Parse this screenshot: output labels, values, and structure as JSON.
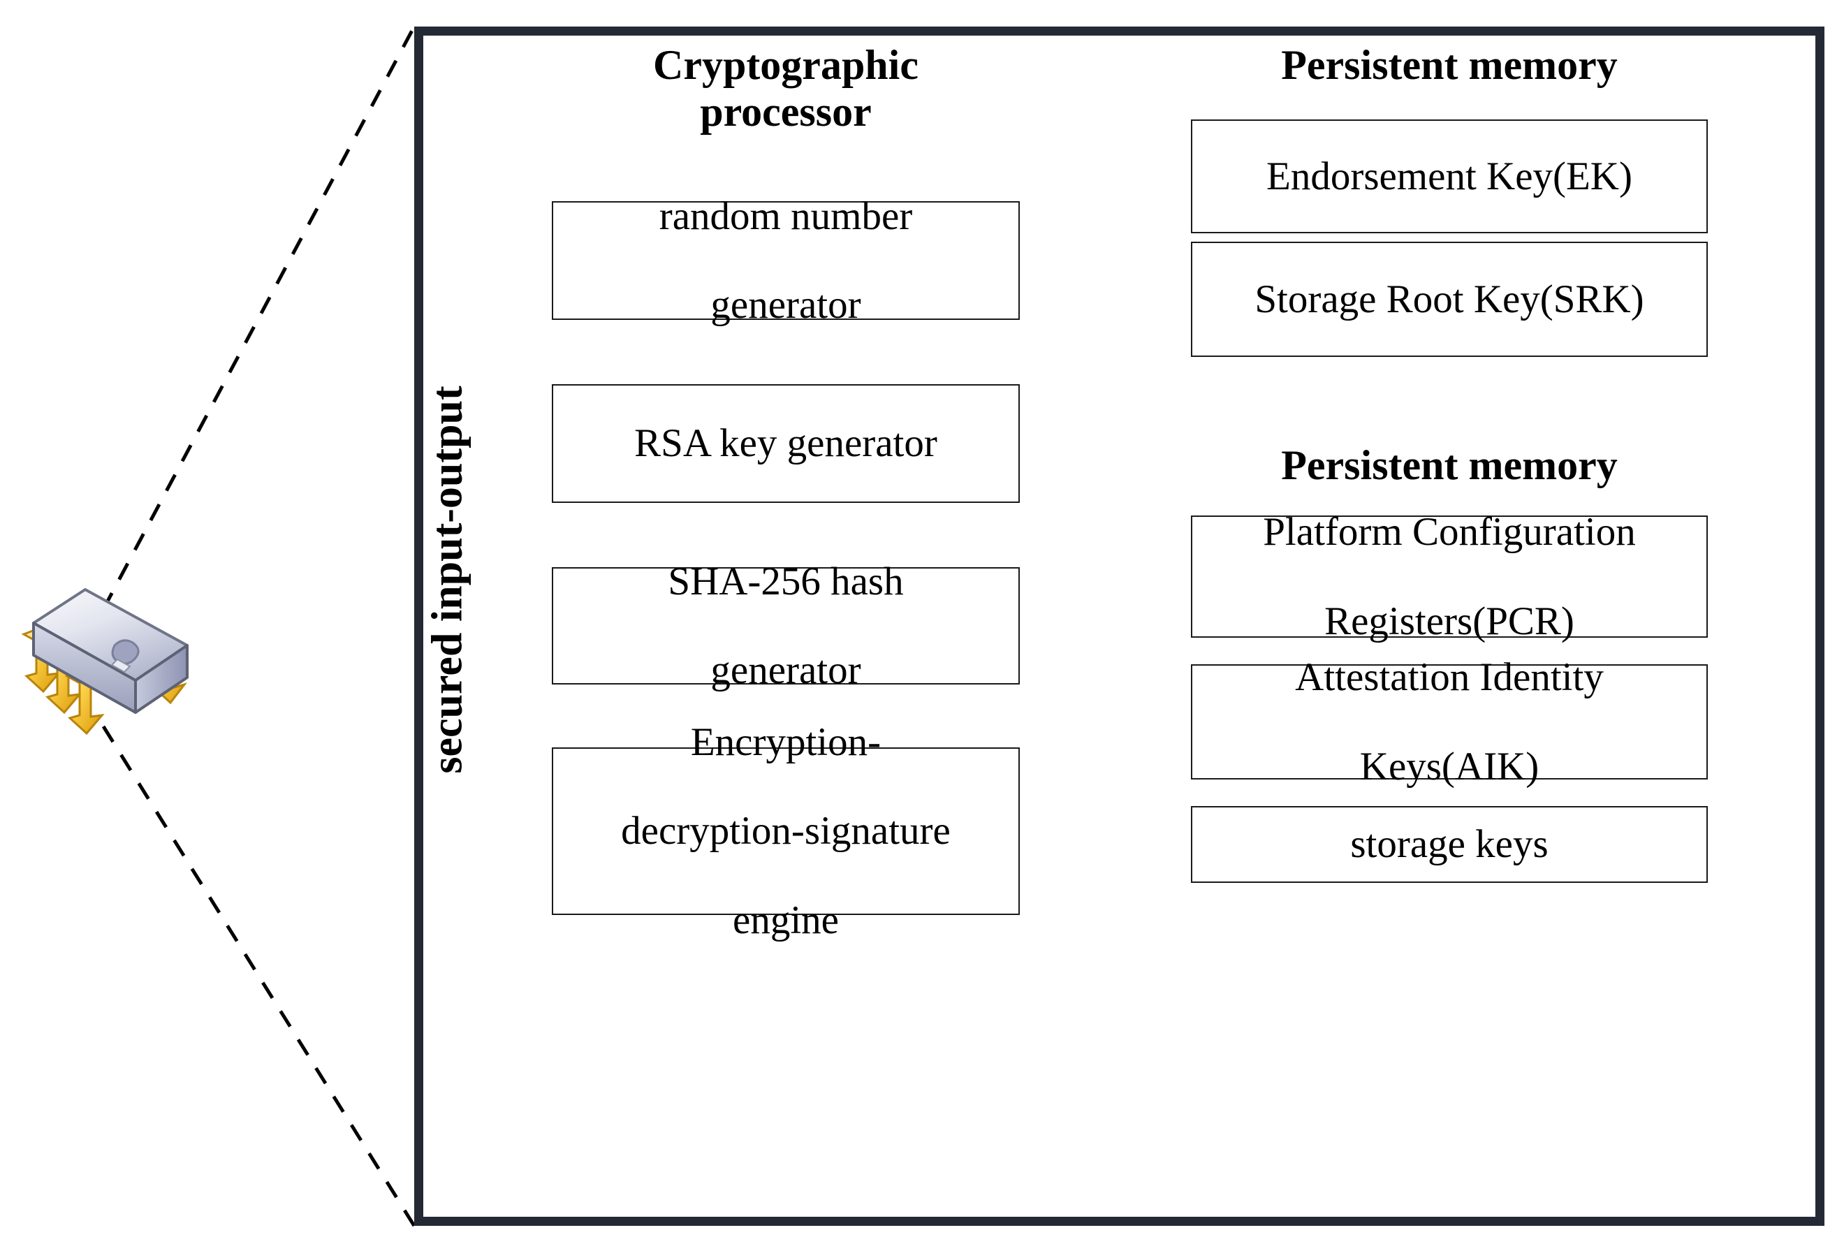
{
  "figure": {
    "kind": "tpm-block-diagram",
    "frame_border_color": "#242a35",
    "box_border_color": "#1a1a1a",
    "background": "#ffffff"
  },
  "icon": {
    "name": "tpm-chip-icon",
    "label": "chip",
    "body_color": "#b9bcd0",
    "pin_color": "#f0b429"
  },
  "side_label": {
    "text": "secured input-output"
  },
  "left_column": {
    "heading": "Cryptographic processor",
    "heading_line1": "Cryptographic",
    "heading_line2": "processor",
    "items": [
      {
        "line1": "random number",
        "line2": "generator"
      },
      {
        "line1": "RSA key generator",
        "line2": ""
      },
      {
        "line1": "SHA-256 hash",
        "line2": "generator"
      },
      {
        "line1": "Encryption-",
        "line2": "decryption-signature",
        "line3": "engine"
      }
    ]
  },
  "right_column": {
    "heading_1": "Persistent memory",
    "heading_2": "Persistent memory",
    "group_1": [
      {
        "line1": "Endorsement Key(EK)",
        "line2": ""
      },
      {
        "line1": "Storage Root Key(SRK)",
        "line2": ""
      }
    ],
    "group_2": [
      {
        "line1": "Platform Configuration",
        "line2": "Registers(PCR)"
      },
      {
        "line1": "Attestation Identity",
        "line2": "Keys(AIK)"
      },
      {
        "line1": "storage keys",
        "line2": ""
      }
    ]
  }
}
